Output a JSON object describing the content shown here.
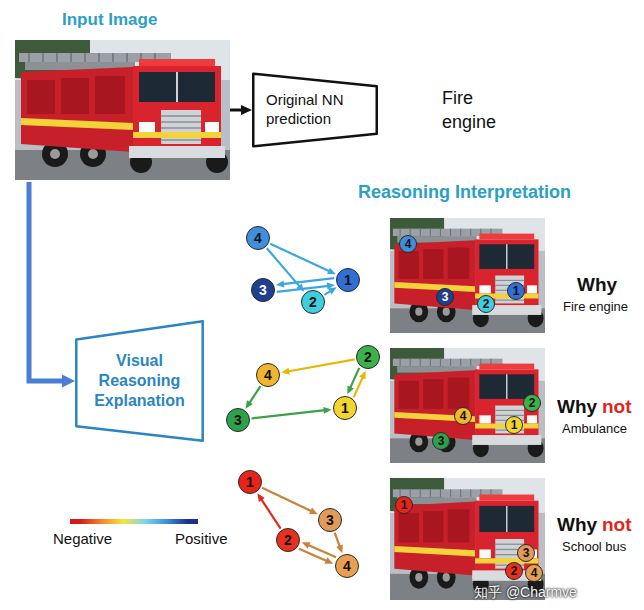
{
  "diagram": {
    "nodes": [
      {
        "text": [
          "Input Image"
        ]
      },
      {
        "text": [
          "Original NN prediction"
        ]
      },
      {
        "text": [
          "Visual Reasoning Explanation"
        ]
      },
      {
        "text": [
          "4"
        ]
      },
      {
        "text": [
          "3"
        ]
      },
      {
        "text": [
          "2"
        ]
      },
      {
        "text": [
          "1"
        ]
      },
      {
        "text": [
          "4"
        ]
      },
      {
        "text": [
          "3"
        ]
      },
      {
        "text": [
          "2"
        ]
      },
      {
        "text": [
          "1"
        ]
      },
      {
        "text": [
          "4"
        ]
      },
      {
        "text": [
          "2"
        ]
      },
      {
        "text": [
          "3"
        ]
      },
      {
        "text": [
          "1"
        ]
      },
      {
        "text": [
          "2"
        ]
      },
      {
        "text": [
          "4"
        ]
      },
      {
        "text": [
          "1"
        ]
      },
      {
        "text": [
          "3"
        ]
      },
      {
        "text": [
          "1"
        ]
      },
      {
        "text": [
          "3"
        ]
      },
      {
        "text": [
          "2"
        ]
      },
      {
        "text": [
          "4"
        ]
      },
      {
        "text": [
          "1"
        ]
      },
      {
        "text": [
          "3"
        ]
      },
      {
        "text": [
          "2"
        ]
      },
      {
        "text": [
          "4"
        ]
      }
    ],
    "edges": [
      {
        "from": 0,
        "to": 1,
        "arrow": "to"
      },
      {
        "from": 0,
        "to": 2,
        "arrow": "to"
      },
      {
        "from": 3,
        "to": 6,
        "arrow": "to"
      },
      {
        "from": 4,
        "to": 6,
        "arrow": "to"
      },
      {
        "from": 6,
        "to": 4,
        "arrow": "to"
      },
      {
        "from": 3,
        "to": 5,
        "arrow": "to"
      },
      {
        "from": 5,
        "to": 6,
        "arrow": "to"
      },
      {
        "from": 12,
        "to": 11,
        "arrow": "to"
      },
      {
        "from": 11,
        "to": 13,
        "arrow": "to"
      },
      {
        "from": 13,
        "to": 14,
        "arrow": "to"
      },
      {
        "from": 14,
        "to": 12,
        "arrow": "to"
      },
      {
        "from": 12,
        "to": 14,
        "arrow": "to"
      },
      {
        "from": 19,
        "to": 20,
        "arrow": "to"
      },
      {
        "from": 21,
        "to": 19,
        "arrow": "to"
      },
      {
        "from": 21,
        "to": 22,
        "arrow": "to"
      },
      {
        "from": 22,
        "to": 21,
        "arrow": "to"
      },
      {
        "from": 20,
        "to": 22,
        "arrow": "to"
      }
    ],
    "labels": [
      "Fire engine",
      "Reasoning Interpretation",
      "Why",
      "Fire engine",
      "Why",
      "not",
      "Ambulance",
      "Why",
      "not",
      "School bus",
      "知乎 @Charmve"
    ],
    "legend": [
      {
        "text": "Negative",
        "color": "#d7191c"
      },
      {
        "text": "Positive",
        "color": "#1c2f8c"
      }
    ]
  }
}
